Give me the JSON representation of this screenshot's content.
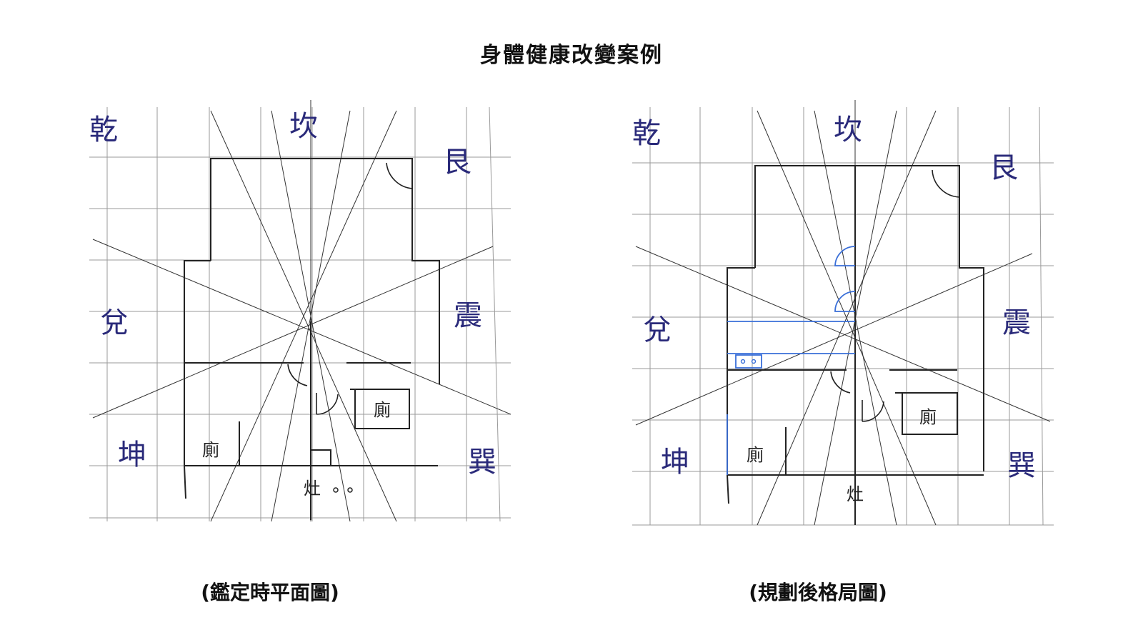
{
  "title": "身體健康改變案例",
  "plans": [
    {
      "caption": "(鑑定時平面圖)",
      "trigrams": {
        "nw": "乾",
        "n": "坎",
        "ne": "艮",
        "w": "兌",
        "e": "震",
        "sw": "坤",
        "se": "巽"
      },
      "rooms": {
        "toilet_left": "廁",
        "toilet_right": "廁",
        "kitchen": "灶"
      }
    },
    {
      "caption": "(規劃後格局圖)",
      "trigrams": {
        "nw": "乾",
        "n": "坎",
        "ne": "艮",
        "w": "兌",
        "e": "震",
        "sw": "坤",
        "se": "巽"
      },
      "rooms": {
        "toilet_left": "廁",
        "toilet_right": "廁",
        "kitchen": "灶"
      }
    }
  ],
  "colors": {
    "ink": "#222222",
    "grid": "#9a9a9a",
    "blue_ink": "#3a6fd8",
    "trigram_ink": "#2a2a7a"
  }
}
